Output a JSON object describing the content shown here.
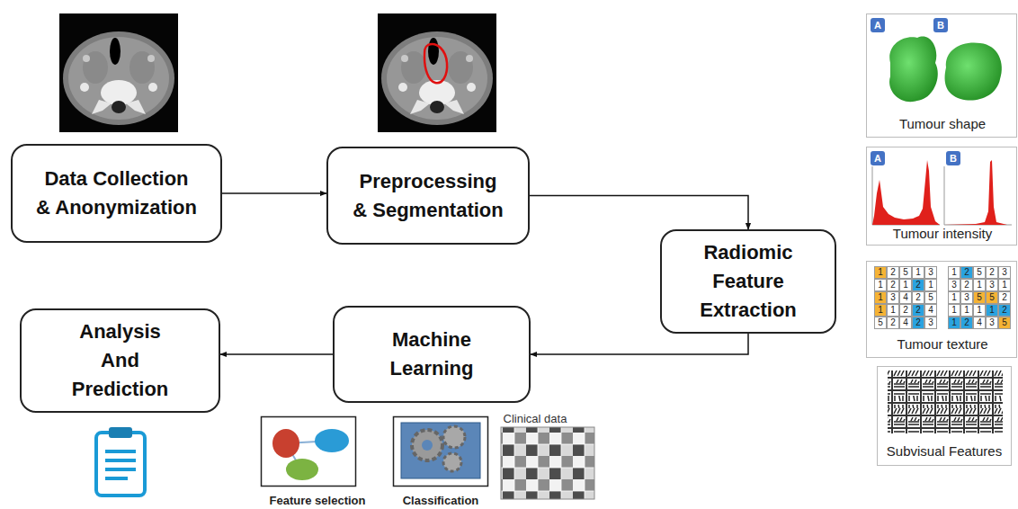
{
  "diagram": {
    "nodes": [
      {
        "text": [
          "Data Collection & Anonymization"
        ]
      },
      {
        "text": [
          "Preprocessing & Segmentation"
        ]
      },
      {
        "text": [
          "Radiomic Feature Extraction"
        ]
      },
      {
        "text": [
          "Machine Learning"
        ]
      },
      {
        "text": [
          "Analysis And Prediction"
        ]
      }
    ],
    "edges": [
      {
        "from": 0,
        "to": 1,
        "arrow": "to"
      },
      {
        "from": 1,
        "to": 2,
        "arrow": "to"
      },
      {
        "from": 2,
        "to": 3,
        "arrow": "to"
      },
      {
        "from": 3,
        "to": 4,
        "arrow": "to"
      }
    ],
    "labels": [
      "A",
      "B",
      "Tumour shape",
      "A",
      "B",
      "Tumour intensity",
      "1",
      "2",
      "5",
      "1",
      "3",
      "1",
      "2",
      "1",
      "2",
      "1",
      "1",
      "3",
      "4",
      "2",
      "5",
      "1",
      "1",
      "2",
      "2",
      "4",
      "5",
      "2",
      "4",
      "2",
      "3",
      "1",
      "2",
      "5",
      "2",
      "3",
      "3",
      "2",
      "1",
      "3",
      "1",
      "1",
      "3",
      "5",
      "5",
      "2",
      "1",
      "1",
      "1",
      "1",
      "2",
      "1",
      "2",
      "4",
      "3",
      "5",
      "Tumour texture",
      "Subvisual Features",
      "Feature selection",
      "Classification",
      "Clinical data"
    ]
  }
}
